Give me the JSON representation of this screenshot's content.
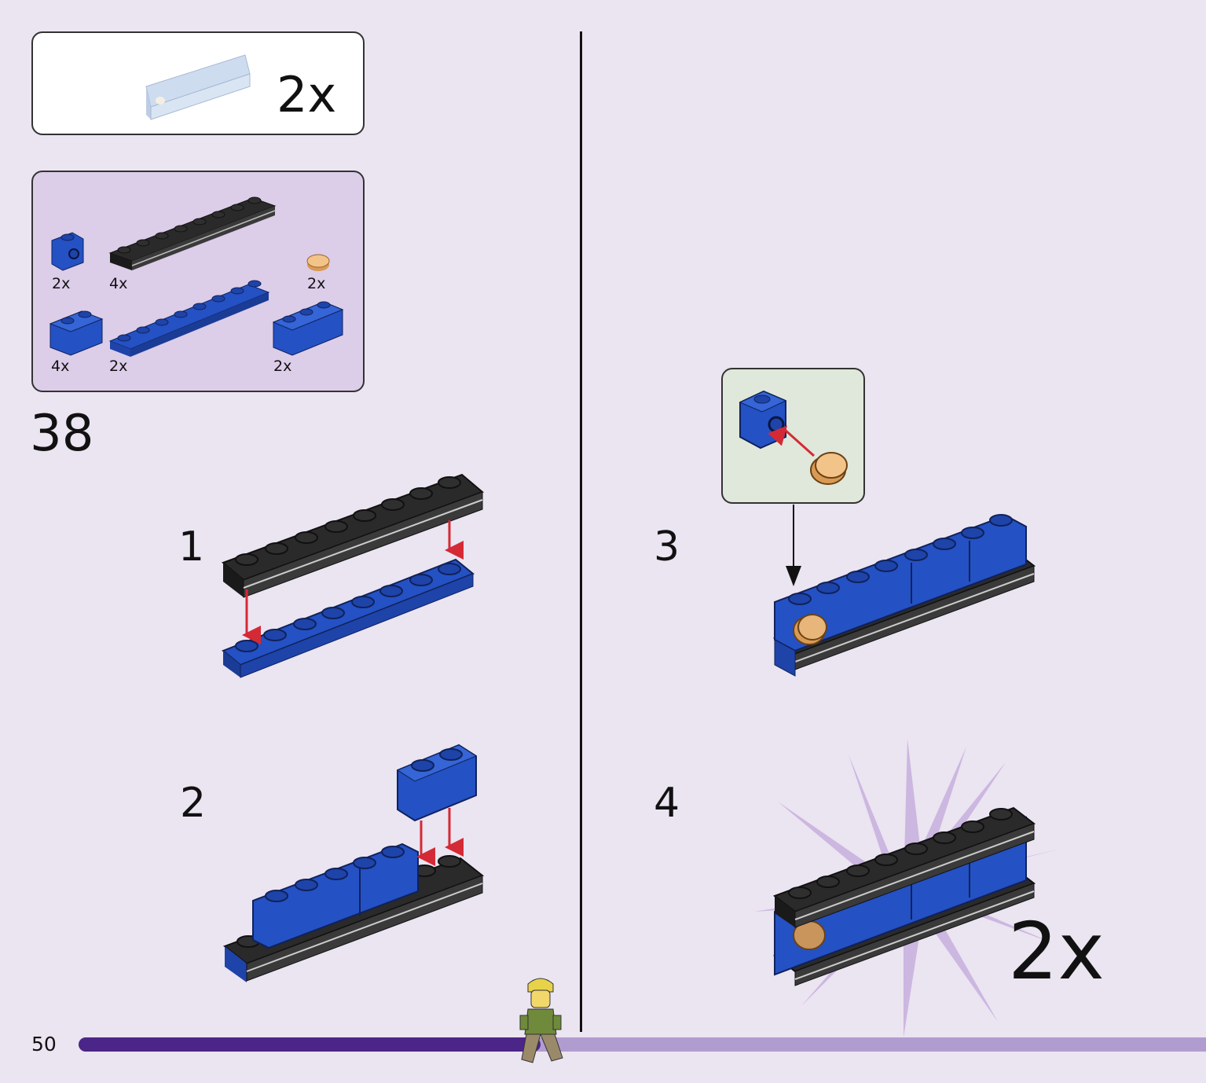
{
  "page": {
    "number": "50",
    "build_step": "38",
    "progress": 0.41
  },
  "result": {
    "quantity": "2x"
  },
  "parts": [
    {
      "name": "blue-1x1-brick-with-stud-on-side",
      "quantity": "2x"
    },
    {
      "name": "black-1x8-plate-with-rail",
      "quantity": "4x"
    },
    {
      "name": "tan-1x1-round-tile",
      "quantity": "2x"
    },
    {
      "name": "blue-1x2-brick",
      "quantity": "4x"
    },
    {
      "name": "blue-1x8-plate",
      "quantity": "2x"
    },
    {
      "name": "blue-1x3-brick",
      "quantity": "2x"
    }
  ],
  "substeps": [
    {
      "number": "1"
    },
    {
      "number": "2"
    },
    {
      "number": "3"
    },
    {
      "number": "4",
      "quantity": "2x"
    }
  ],
  "colors": {
    "background": "#ebe4f1",
    "lego_blue": "#2451c4",
    "lego_black": "#2a2a2a",
    "tan": "#e6b57a",
    "arrow_red": "#d42a35",
    "progress_dark": "#4b2587",
    "progress_light": "#b19ccf"
  }
}
